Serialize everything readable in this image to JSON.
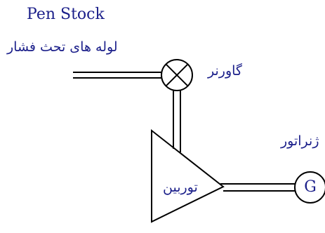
{
  "diagram": {
    "title": "Pen Stock",
    "penstock_label": "لوله های تحث فشار",
    "governor_label": "گاورنر",
    "turbine_label": "توربین",
    "generator_label": "ژنراتور",
    "generator_symbol": "G"
  },
  "colors": {
    "line": "#000000",
    "text": "#1b1f8a",
    "background": "#ffffff"
  }
}
